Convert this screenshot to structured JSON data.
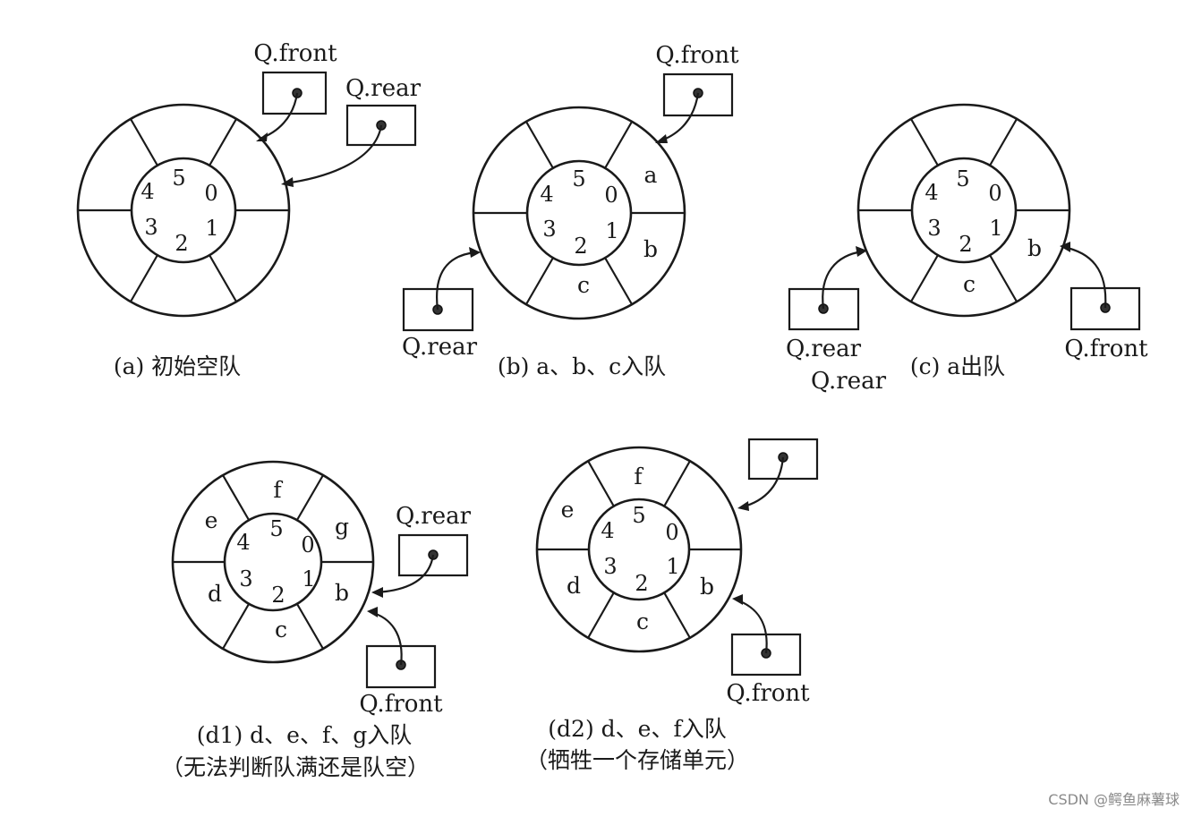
{
  "queue_indices": [
    "0",
    "1",
    "2",
    "3",
    "4",
    "5"
  ],
  "panels": {
    "a": {
      "caption": "(a) 初始空队",
      "pointer_labels": [
        "Q.front",
        "Q.rear"
      ],
      "elements": {}
    },
    "b": {
      "caption": "(b) a、b、c入队",
      "pointer_labels": [
        "Q.front",
        "Q.rear"
      ],
      "elements": {
        "0": "a",
        "1": "b",
        "2": "c"
      }
    },
    "c": {
      "caption": "(c) a出队",
      "pointer_labels": [
        "Q.rear",
        "Q.front",
        "Q.rear"
      ],
      "elements": {
        "1": "b",
        "2": "c"
      }
    },
    "d1": {
      "caption_line1": "(d1) d、e、f、g入队",
      "caption_line2": "（无法判断队满还是队空）",
      "pointer_labels": [
        "Q.rear",
        "Q.front"
      ],
      "elements": {
        "0": "g",
        "1": "b",
        "2": "c",
        "3": "d",
        "4": "e",
        "5": "f"
      }
    },
    "d2": {
      "caption_line1": "(d2) d、e、f入队",
      "caption_line2": "（牺牲一个存储单元）",
      "pointer_labels": [
        "Q.front"
      ],
      "elements": {
        "1": "b",
        "2": "c",
        "3": "d",
        "4": "e",
        "5": "f"
      }
    }
  },
  "watermark": "CSDN @鳄鱼麻薯球"
}
